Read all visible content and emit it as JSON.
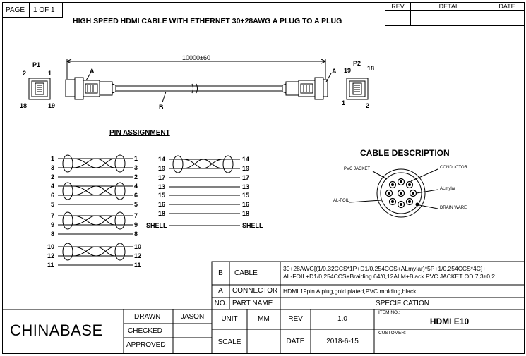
{
  "page_box": {
    "label": "PAGE",
    "value": "1 OF 1"
  },
  "rev_table": {
    "rev": "REV",
    "detail": "DETAIL",
    "date": "DATE"
  },
  "title": "HIGH SPEED HDMI CABLE WITH ETHERNET 30+28AWG A PLUG TO A PLUG",
  "drawing": {
    "length": "10000±60",
    "p1": "P1",
    "p2": "P2",
    "label_a": "A",
    "label_b": "B",
    "p1_pins": {
      "top_left": "2",
      "top_right": "1",
      "bottom_left": "18",
      "bottom_right": "19"
    },
    "p2_pins": {
      "top_left": "19",
      "top_right": "18",
      "bottom_left": "1",
      "bottom_right": "2"
    }
  },
  "pin_assignment": {
    "title": "PIN ASSIGNMENT",
    "twisted_groups": [
      {
        "pins": [
          "1",
          "3",
          "2"
        ]
      },
      {
        "pins": [
          "4",
          "6",
          "5"
        ]
      },
      {
        "pins": [
          "7",
          "9",
          "8"
        ]
      },
      {
        "pins": [
          "10",
          "12",
          "11"
        ]
      }
    ],
    "twisted_right": {
      "pins": [
        "14",
        "19",
        "17"
      ]
    },
    "straight": [
      "13",
      "15",
      "16",
      "18",
      "SHELL"
    ]
  },
  "cable_description": {
    "title": "CABLE DESCRIPTION",
    "pvc_jacket": "PVC JACKET",
    "conductor": "CONDUCTOR",
    "almylar": "ALmylar",
    "al_foil": "AL-FOIL",
    "drain_ware": "DRAIN WARE"
  },
  "spec_table": {
    "rows": [
      {
        "item": "B",
        "name": "CABLE",
        "spec_line1": "30+28AWG[(1/0,32CCS*1P+D1/0,254CCS+ALmylar)*5P+1/0,254CCS*4C]+",
        "spec_line2": "AL-FOIL+D1/0,254CCS+Braiding 64/0,12ALM+Black PVC JACKET   OD:7,3±0,2"
      },
      {
        "item": "A",
        "name": "CONNECTOR",
        "spec_line1": "HDMI 19pin A plug,gold plated,PVC molding,black"
      }
    ],
    "header": {
      "no": "NO.",
      "part": "PART NAME",
      "spec": "SPECIFICATION"
    }
  },
  "title_block": {
    "company": "CHINABASE",
    "drawn_label": "DRAWN",
    "drawn_value": "JASON",
    "checked_label": "CHECKED",
    "approved_label": "APPROVED",
    "unit_label": "UNIT",
    "unit_value": "MM",
    "rev_label": "REV",
    "rev_value": "1.0",
    "scale_label": "SCALE",
    "date_label": "DATE",
    "date_value": "2018-6-15",
    "item_no_label": "ITEM NO.:",
    "item_no_value": "HDMI E10",
    "customer_label": "CUSTOMER:"
  }
}
